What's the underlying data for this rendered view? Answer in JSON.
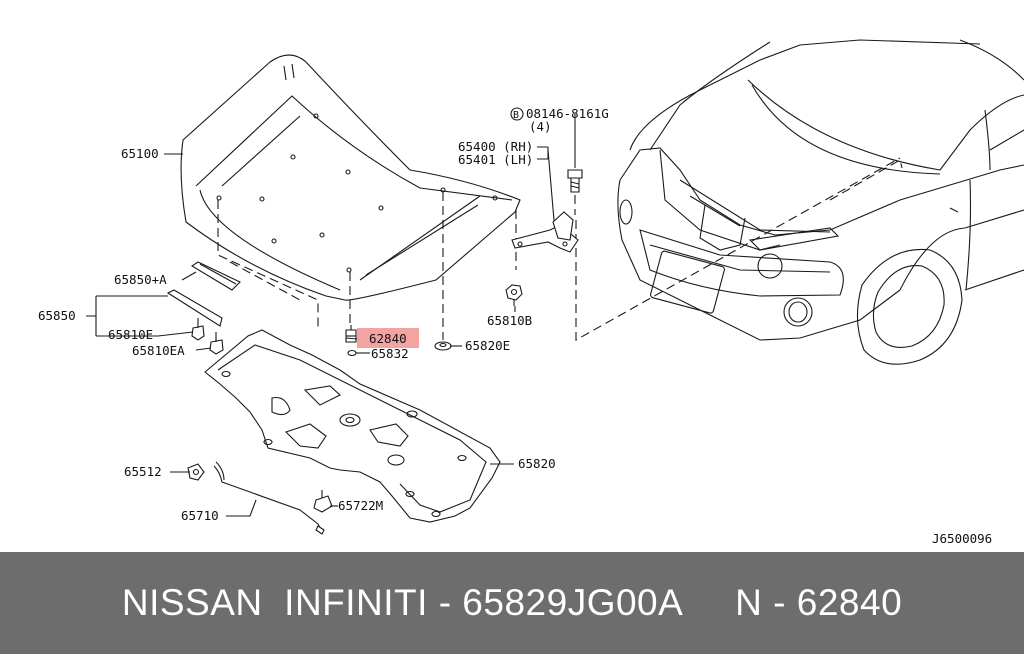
{
  "diagram": {
    "labels": {
      "p65100": "65100",
      "p08146": "08146-8161G",
      "p08146_circle": "B",
      "p08146_qty": "(4)",
      "p65400": "65400 (RH)",
      "p65401": "65401 (LH)",
      "p65850a": "65850+A",
      "p65850": "65850",
      "p65810e": "65810E",
      "p65810ea": "65810EA",
      "p62840": "62840",
      "p65832": "65832",
      "p65820e": "65820E",
      "p65810b": "65810B",
      "p65820": "65820",
      "p65512": "65512",
      "p65722m": "65722M",
      "p65710": "65710",
      "ref": "J6500096"
    },
    "highlight_color": "#f4a3a3"
  },
  "footer": {
    "text": "NISSAN  INFINITI - 65829JG00A     N - 62840",
    "background": "#6d6d6d"
  }
}
